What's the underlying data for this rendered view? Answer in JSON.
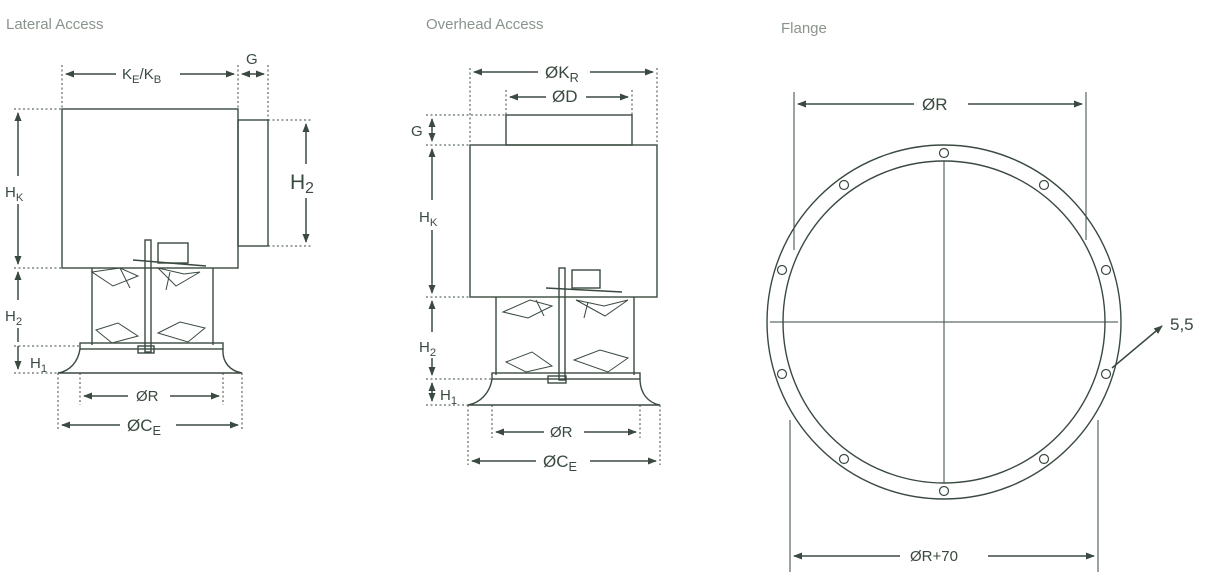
{
  "views": {
    "lateral": {
      "title": "Lateral Access",
      "labels": {
        "ke_kb": "KE/KB",
        "g": "G",
        "hk": "HK",
        "h2_side": "H2",
        "h2": "H2",
        "h1": "H1",
        "r": "ØR",
        "ce": "ØCE"
      }
    },
    "overhead": {
      "title": "Overhead Access",
      "labels": {
        "kr": "ØKR",
        "d": "ØD",
        "g": "G",
        "hk": "HK",
        "h2": "H2",
        "h1": "H1",
        "r": "ØR",
        "ce": "ØCE"
      }
    },
    "flange": {
      "title": "Flange",
      "labels": {
        "r": "ØR",
        "hole": "5,5",
        "r70": "ØR+70"
      }
    }
  },
  "colors": {
    "line": "#3a4a40",
    "title": "#8a948c"
  }
}
